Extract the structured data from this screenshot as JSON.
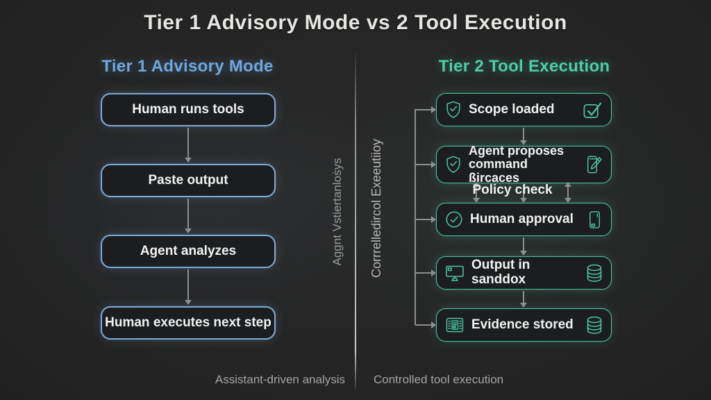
{
  "title": "Tier 1 Advisory Mode vs 2 Tool Execution",
  "colors": {
    "background": "#232323",
    "tier1_accent": "#6FA8DF",
    "tier2_accent": "#4ECDA8",
    "arrow": "#8f8f8f",
    "box_background": "#1b1d1f",
    "box_text": "#f2f2f2"
  },
  "left": {
    "heading": "Tier 1 Advisory Mode",
    "steps": [
      {
        "label": "Human runs tools"
      },
      {
        "label": "Paste output"
      },
      {
        "label": "Agent analyzes"
      },
      {
        "label": "Human executes next step"
      }
    ],
    "footer": "Assistant-driven analysis"
  },
  "right": {
    "heading": "Tier 2 Tool Execution",
    "policy_label": "Policy check",
    "steps": [
      {
        "label": "Scope loaded",
        "left_icon": "shield-check",
        "right_icon": "checkbox-check"
      },
      {
        "label": "Agent proposes command ßircaces",
        "left_icon": "shield-check",
        "right_icon": "edit-pen"
      },
      {
        "label": "Human approval",
        "left_icon": "circle-check",
        "right_icon": "smartphone"
      },
      {
        "label": "Output in sanddox",
        "left_icon": "monitor",
        "right_icon": "database"
      },
      {
        "label": "Evidence stored",
        "left_icon": "evidence-panel",
        "right_icon": "database"
      }
    ],
    "footer": "Controlled tool execution"
  },
  "vertical_labels": {
    "left": "Aggnt Vstiertanloṡys",
    "right": "Corrrelledircol Exeeutiioy"
  }
}
